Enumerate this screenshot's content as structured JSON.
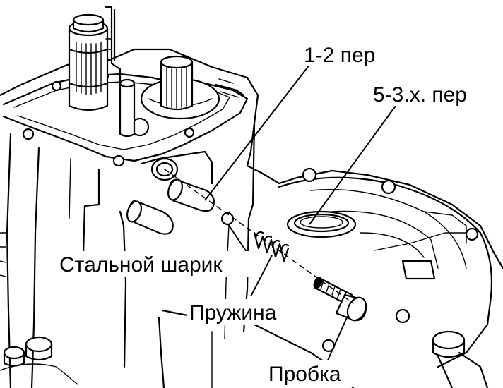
{
  "labels": {
    "gear_12": "1-2 пер",
    "gear_5r": "5-3.х. пер",
    "steel_ball": "Стальной шарик",
    "spring": "Пружина",
    "plug": "Пробка"
  }
}
